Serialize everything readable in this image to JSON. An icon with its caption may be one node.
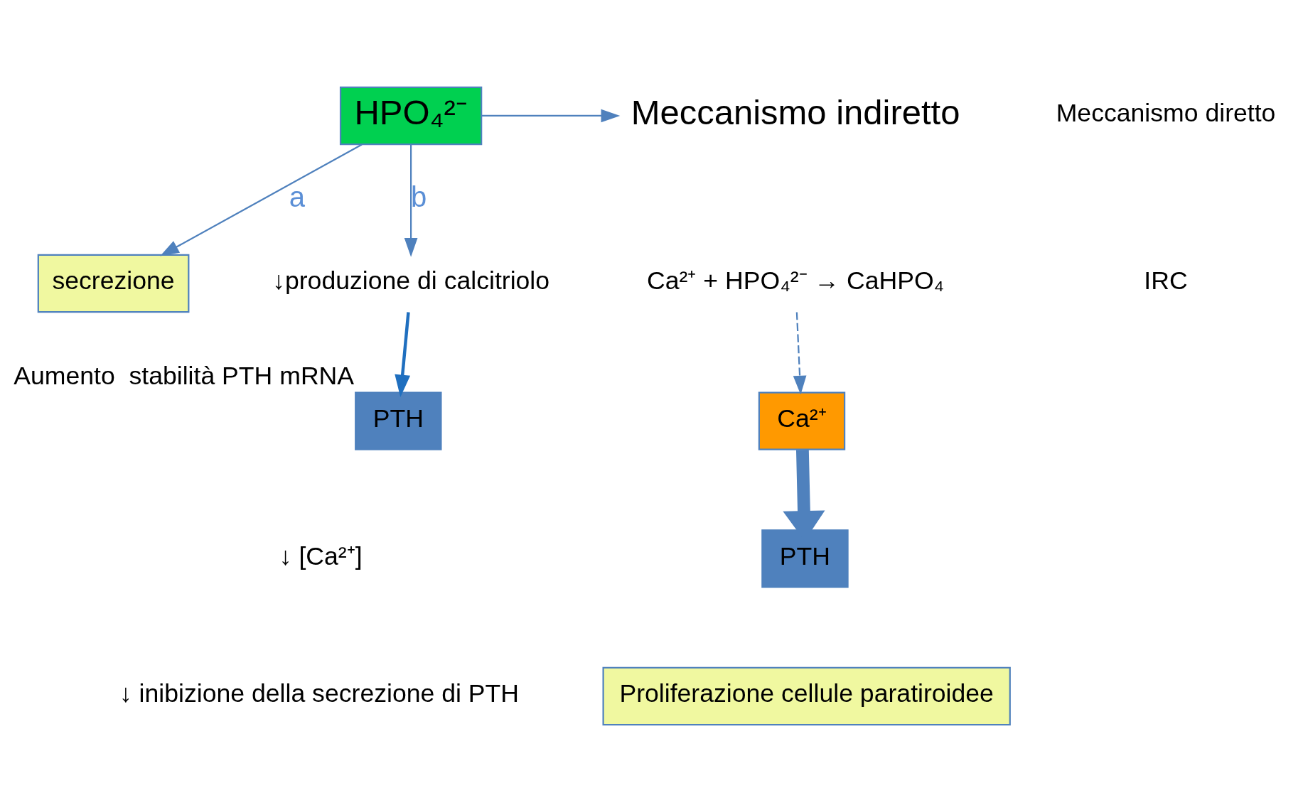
{
  "diagram": {
    "nodes": [
      {
        "text": [
          "HPO₄²⁻"
        ]
      },
      {
        "text": [
          "Meccanismo indiretto"
        ]
      },
      {
        "text": [
          "Ca²⁺ + HPO₄²⁻ → CaHPO₄"
        ]
      },
      {
        "text": [
          "Ca²⁺"
        ]
      },
      {
        "text": [
          "PTH"
        ]
      },
      {
        "text": [
          "Proliferazione cellule paratiroidee"
        ]
      },
      {
        "text": [
          "secrezione"
        ]
      },
      {
        "text": [
          "PTH"
        ],
        "beside": [
          "Aumento  stabilità PTH mRNA"
        ]
      },
      {
        "text": [
          "↓produzione di calcitriolo"
        ]
      }
    ],
    "edges": [
      {
        "from": 0,
        "to": 1,
        "arrow": "to"
      },
      {
        "from": 2,
        "to": 3,
        "arrow": "to",
        "style": "dashed"
      },
      {
        "from": 3,
        "to": 4,
        "arrow": "to",
        "style": "thick"
      },
      {
        "from": 0,
        "to": 6,
        "arrow": "to",
        "label": "a"
      },
      {
        "from": 0,
        "to": 8,
        "arrow": "to",
        "label": "b"
      },
      {
        "from": 8,
        "to": 7,
        "arrow": "to",
        "color": "#1f6fbf"
      }
    ],
    "labels": [
      "Meccanismo diretto",
      "IRC",
      "↓ [Ca²⁺]",
      "↓ inibizione della secrezione di PTH"
    ]
  }
}
